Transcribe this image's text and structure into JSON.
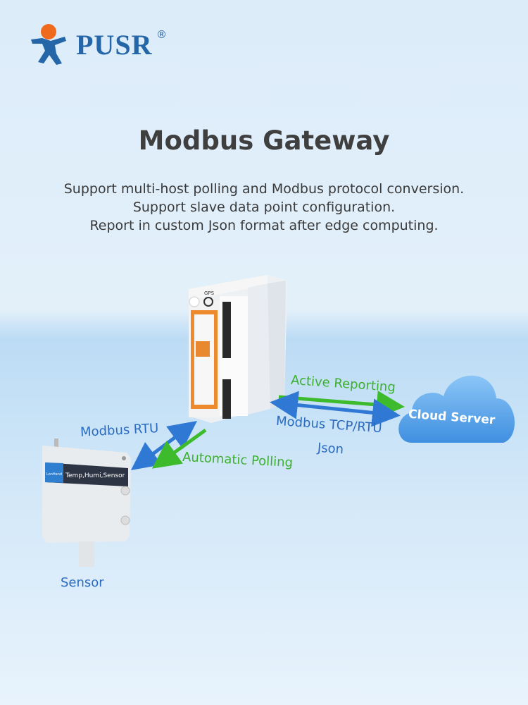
{
  "brand": {
    "name": "PUSR",
    "registered": "®",
    "logo_colors": {
      "head": "#f06a1e",
      "body": "#2566a8"
    }
  },
  "title": "Modbus Gateway",
  "subtitle_lines": [
    "Support multi-host polling and Modbus protocol conversion.",
    "Support slave data point configuration.",
    "Report in custom Json format after edge computing."
  ],
  "diagram": {
    "gateway": {
      "gps_label": "GPS"
    },
    "sensor": {
      "brand": "LonHand",
      "label": "Temp,Humi,Sensor",
      "caption": "Sensor"
    },
    "cloud": {
      "label": "Cloud Server"
    },
    "left_links": {
      "blue": "Modbus RTU",
      "green": "Automatic Polling"
    },
    "right_links": {
      "green": "Active Reporting",
      "blue_line1": "Modbus TCP/RTU",
      "blue_line2": "Json"
    },
    "colors": {
      "blue_arrow": "#2f78d4",
      "green_arrow": "#3dbb2c",
      "cloud": "#5aa7ec"
    }
  }
}
